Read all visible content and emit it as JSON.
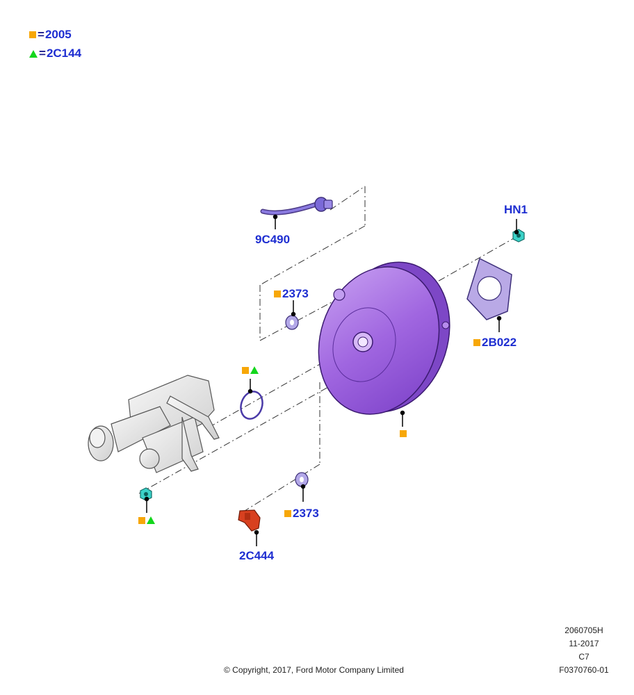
{
  "legend": [
    {
      "symbol": "square",
      "symbol_icon": "orange-square-icon",
      "equals": "=",
      "code": "2005"
    },
    {
      "symbol": "triangle",
      "symbol_icon": "green-triangle-icon",
      "equals": "=",
      "code": "2C144"
    }
  ],
  "colors": {
    "callout_text": "#1e2ed1",
    "square_marker": "#f7a708",
    "triangle_marker": "#13d61c",
    "booster": "#a56be0",
    "gasket": "#b9a9e6",
    "clip": "#d8401f",
    "nut": "#3bd2c8",
    "reservoir": "#e8e8e8"
  },
  "callouts": {
    "hose": "9C490",
    "nut_top": "HN1",
    "washer_top": "2373",
    "gasket": "2B022",
    "washer_bottom": "2373",
    "clip": "2C444"
  },
  "footer": {
    "copyright": "© Copyright, 2017, Ford Motor Company Limited",
    "ref": "2060705H",
    "date": "11-2017",
    "code": "C7",
    "illustration": "F0370760-01"
  }
}
